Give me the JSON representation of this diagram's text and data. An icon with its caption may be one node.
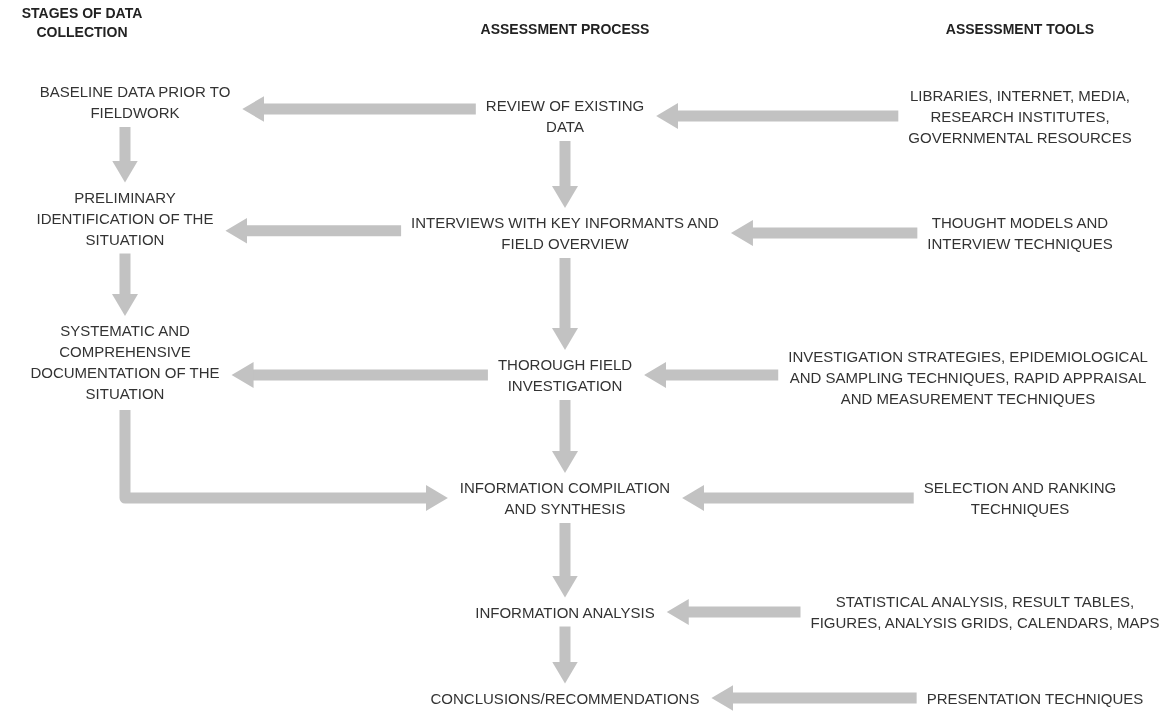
{
  "diagram": {
    "nodes": [
      {
        "text": [
          "BASELINE DATA PRIOR TO FIELDWORK"
        ]
      },
      {
        "text": [
          "REVIEW OF EXISTING DATA"
        ]
      },
      {
        "text": [
          "LIBRARIES, INTERNET, MEDIA, RESEARCH INSTITUTES, GOVERNMENTAL RESOURCES"
        ]
      },
      {
        "text": [
          "PRELIMINARY IDENTIFICATION OF THE SITUATION"
        ]
      },
      {
        "text": [
          "INTERVIEWS WITH KEY INFORMANTS AND FIELD OVERVIEW"
        ]
      },
      {
        "text": [
          "THOUGHT MODELS AND INTERVIEW TECHNIQUES"
        ]
      },
      {
        "text": [
          "SYSTEMATIC AND COMPREHENSIVE DOCUMENTATION OF THE SITUATION"
        ]
      },
      {
        "text": [
          "THOROUGH FIELD INVESTIGATION"
        ]
      },
      {
        "text": [
          "INVESTIGATION STRATEGIES, EPIDEMIOLOGICAL AND SAMPLING TECHNIQUES, RAPID APPRAISAL AND MEASUREMENT TECHNIQUES"
        ]
      },
      {
        "text": [
          "INFORMATION COMPILATION AND SYNTHESIS"
        ]
      },
      {
        "text": [
          "SELECTION AND RANKING TECHNIQUES"
        ]
      },
      {
        "text": [
          "INFORMATION ANALYSIS"
        ]
      },
      {
        "text": [
          "STATISTICAL ANALYSIS, RESULT TABLES, FIGURES, ANALYSIS GRIDS, CALENDARS, MAPS"
        ]
      },
      {
        "text": [
          "CONCLUSIONS/RECOMMENDATIONS"
        ]
      },
      {
        "text": [
          "PRESENTATION TECHNIQUES"
        ]
      }
    ],
    "edges": [
      {
        "from": 1,
        "to": 0,
        "arrow": "to"
      },
      {
        "from": 2,
        "to": 1,
        "arrow": "to"
      },
      {
        "from": 0,
        "to": 3,
        "arrow": "to"
      },
      {
        "from": 1,
        "to": 4,
        "arrow": "to"
      },
      {
        "from": 4,
        "to": 3,
        "arrow": "to"
      },
      {
        "from": 5,
        "to": 4,
        "arrow": "to"
      },
      {
        "from": 3,
        "to": 6,
        "arrow": "to"
      },
      {
        "from": 4,
        "to": 7,
        "arrow": "to"
      },
      {
        "from": 7,
        "to": 6,
        "arrow": "to"
      },
      {
        "from": 8,
        "to": 7,
        "arrow": "to"
      },
      {
        "from": 6,
        "to": 9,
        "arrow": "to"
      },
      {
        "from": 7,
        "to": 9,
        "arrow": "to"
      },
      {
        "from": 10,
        "to": 9,
        "arrow": "to"
      },
      {
        "from": 9,
        "to": 11,
        "arrow": "to"
      },
      {
        "from": 12,
        "to": 11,
        "arrow": "to"
      },
      {
        "from": 11,
        "to": 13,
        "arrow": "to"
      },
      {
        "from": 14,
        "to": 13,
        "arrow": "to"
      }
    ],
    "labels": [
      "STAGES OF DATA COLLECTION",
      "ASSESSMENT PROCESS",
      "ASSESSMENT TOOLS"
    ]
  }
}
